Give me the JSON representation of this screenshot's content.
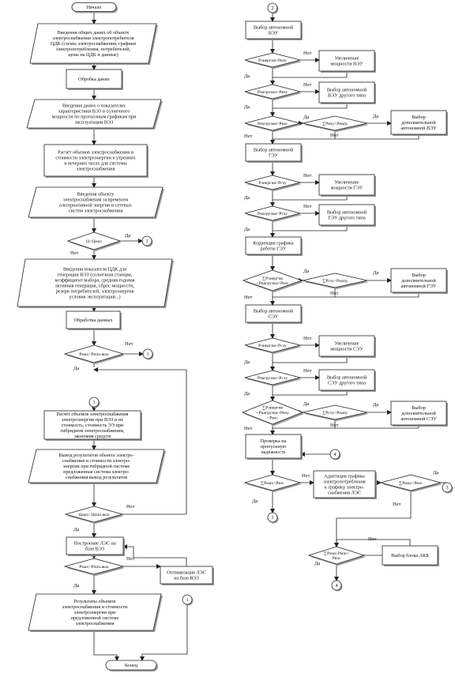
{
  "flow_left": {
    "start": "Начало",
    "input_1": [
      "Введення общих даних об объекте",
      "электроснабжения электропотребителя",
      "ЦДК (схемы электроснабжения, графики",
      "электропотребления, потребителей,",
      "цены на ЦДК и данные)"
    ],
    "process_1": "Обробка даних",
    "input_2": [
      "Введення даних о показателях",
      "характеристики ВЭЗ и солнечного",
      "мощности по прогнозным графикам при",
      "эксплуатации ВЭЗ"
    ],
    "process_2": [
      "Расчёт объемов электроснабжения и",
      "стоимости электроэнергии в утренних",
      "и вечерних часах для системы",
      "электроснабжения"
    ],
    "input_3": [
      "Введення обьекту",
      "электроснабжения за временем",
      "альтернативной энергии и сетевых",
      "систем электроснабжения"
    ],
    "decision_1": "Ц<Цмаx",
    "input_4": [
      "Введення показателя ЦДК для",
      "генерации ВЭЗ (солнечная станция,",
      "коэффициент выбора, средняя годовая",
      "активная генерация, сброс мощности,",
      "резерв потребителей, электроэнергия",
      "условия эксплуатации...)"
    ],
    "process_3": "Обработка данных",
    "decision_2": "Рмаx>Рmin.вых",
    "process_4": [
      "Расчёт объемов электроснабжения",
      "электроэнергии при ВЭЗ и их",
      "стоимость, стоимость ЭЭ при",
      "гибридном электроснабжении,",
      "экономия средств"
    ],
    "input_5": [
      "Вывод результатов обьекта электро-",
      "снабжения и стоимости электро-",
      "энергии при гибридной системе",
      "предложенная система электро-",
      "снабжения вывод результатов"
    ],
    "decision_3": "Цмаx<Цmin.вых",
    "process_5": [
      "Построение ЛЭС на",
      "базе ВЭЗ"
    ],
    "decision_4": "Рмаx<Рmin.вых",
    "process_6": [
      "Оптимизация ЛЭС",
      "на базе ВЭЗ"
    ],
    "input_6": [
      "Результаты объемов",
      "электроснабжения и стоимости",
      "электроэнергии при",
      "предложенной системе",
      "электроснабжения"
    ],
    "end": "Конец"
  },
  "flow_right": {
    "process_a1": [
      "Выбор автономной",
      "ВЭУ"
    ],
    "decision_a1": "Рэнергия<Рвэу",
    "process_a2": [
      "Увеличение",
      "мощности ВЭУ"
    ],
    "decision_a2": "Рнагрузки<Рвэу",
    "process_a3": [
      "Выбор автономной",
      "ВЭУ другого типа"
    ],
    "decision_a3": "Рнагрузки<Рвэс",
    "decision_a4": "∑Рвэу<Рнагр",
    "process_a4": [
      "Выбор",
      "дополнительной",
      "автономной ВЭУ"
    ],
    "process_b1": [
      "Выбор автономной",
      "ГЭУ"
    ],
    "decision_b1": "Рэнергия<Ргэу",
    "process_b2": [
      "Увеличение",
      "мощности ГЭУ"
    ],
    "decision_b2": "Рнагрузки<Ргэу",
    "process_b3": [
      "Выбор автономной",
      "ГЭУ другого типа"
    ],
    "process_b4": [
      "Коррекция графика",
      "работы ГЭУ"
    ],
    "decision_b3": [
      "∑Рэнергия",
      "+Рнагрузки<Рвэс"
    ],
    "decision_b4": "∑Ргэу<Рнагр",
    "process_b5": [
      "Выбор",
      "дополнительной",
      "автономной ГЭУ"
    ],
    "process_c1": [
      "Выбор автономной",
      "СЭУ"
    ],
    "decision_c1": "Рэнергия<Рсэу",
    "process_c2": [
      "Увеличение",
      "мощности СЭУ"
    ],
    "decision_c2": "Рнагрузки<Рсэу",
    "process_c3": [
      "Выбор автономной",
      "СЭУ другого типа"
    ],
    "decision_c3": [
      "∑Рэнергия",
      "+Рнагрузки+Рвэу",
      "<Рвэс"
    ],
    "decision_c4": "∑Рсэу<Рнагр",
    "process_c5": [
      "Выбор",
      "дополнительной",
      "автономной СЭУ"
    ],
    "process_d1": [
      "Проверка на",
      "пропускную",
      "надёжность"
    ],
    "decision_d1": "∑Рмаx<Рвэс",
    "process_d2": [
      "Адаптация графика",
      "электропотребления",
      "к графику электро-",
      "снабжения ЛЭС"
    ],
    "decision_d2": "∑Рмаx<Рвэс",
    "decision_d3": [
      "∑Рмаx-Рмin+",
      "Рвэс"
    ],
    "process_d3": "Выбор блока АКБ"
  },
  "connectors": {
    "c1": "1",
    "c2": "2",
    "c3": "3",
    "c4": "4"
  },
  "labels": {
    "yes": "Да",
    "no": "Нет"
  }
}
